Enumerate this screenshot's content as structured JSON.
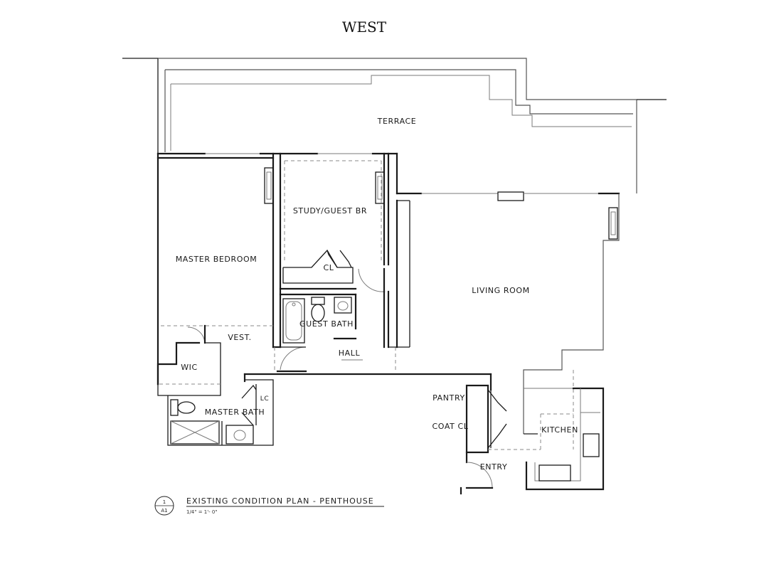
{
  "orientation": "WEST",
  "rooms": {
    "terrace": "TERRACE",
    "study": "STUDY/GUEST BR",
    "master_bedroom": "MASTER BEDROOM",
    "closet": "CL",
    "living_room": "LIVING ROOM",
    "guest_bath": "GUEST BATH",
    "vestibule": "VEST.",
    "hall": "HALL",
    "wic": "WIC",
    "linen_closet": "LC",
    "master_bath": "MASTER BATH",
    "pantry": "PANTRY",
    "coat_closet": "COAT CL",
    "kitchen": "KITCHEN",
    "entry": "ENTRY"
  },
  "legend": {
    "badge_number": "1",
    "badge_sheet": "A1",
    "title": "EXISTING CONDITION PLAN - PENTHOUSE",
    "scale": "1/4\" = 1'- 0\""
  }
}
